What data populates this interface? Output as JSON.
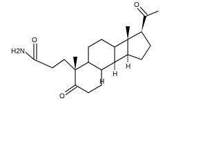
{
  "diagram": {
    "type": "chemical-structure",
    "atom_labels": {
      "amide_nh2": "H2N",
      "amide_oxygen": "O",
      "ring_ketone_oxygen": "O",
      "acetyl_oxygen": "O",
      "stereo_h_1": "H",
      "stereo_h_2": "H",
      "stereo_h_3": "H"
    },
    "colors": {
      "bond": "#000000",
      "label": "#000000",
      "background": "#ffffff"
    }
  }
}
